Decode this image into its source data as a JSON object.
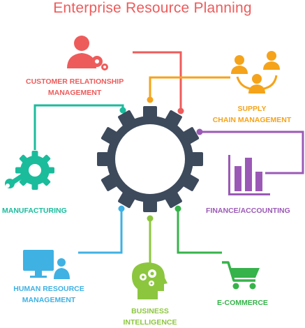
{
  "title": "Enterprise Resource Planning",
  "colors": {
    "title": "#ee5b5b",
    "gear": "#3d4a5c",
    "crm": "#ee5b5b",
    "supply": "#f5a31a",
    "finance": "#9b59b6",
    "ecommerce": "#36b34a",
    "bi": "#8cc63f",
    "hr": "#3fb1e3",
    "manufacturing": "#1abc9c"
  },
  "modules": {
    "crm": {
      "line1": "CUSTOMER RELATIONSHIP",
      "line2": "MANAGEMENT",
      "icon": "user-gear-icon"
    },
    "supply": {
      "line1": "SUPPLY",
      "line2": "CHAIN MANAGEMENT",
      "icon": "people-network-icon"
    },
    "finance": {
      "line1": "FINANCE/ACCOUNTING",
      "icon": "bar-chart-icon"
    },
    "ecommerce": {
      "line1": "E-COMMERCE",
      "icon": "shopping-cart-icon"
    },
    "bi": {
      "line1": "BUSINESS",
      "line2": "INTELLIGENCE",
      "icon": "head-gears-icon"
    },
    "hr": {
      "line1": "HUMAN RESOURCE",
      "line2": "MANAGEMENT",
      "icon": "computer-user-icon"
    },
    "manufacturing": {
      "line1": "MANUFACTURING",
      "icon": "gear-wrench-icon"
    }
  }
}
